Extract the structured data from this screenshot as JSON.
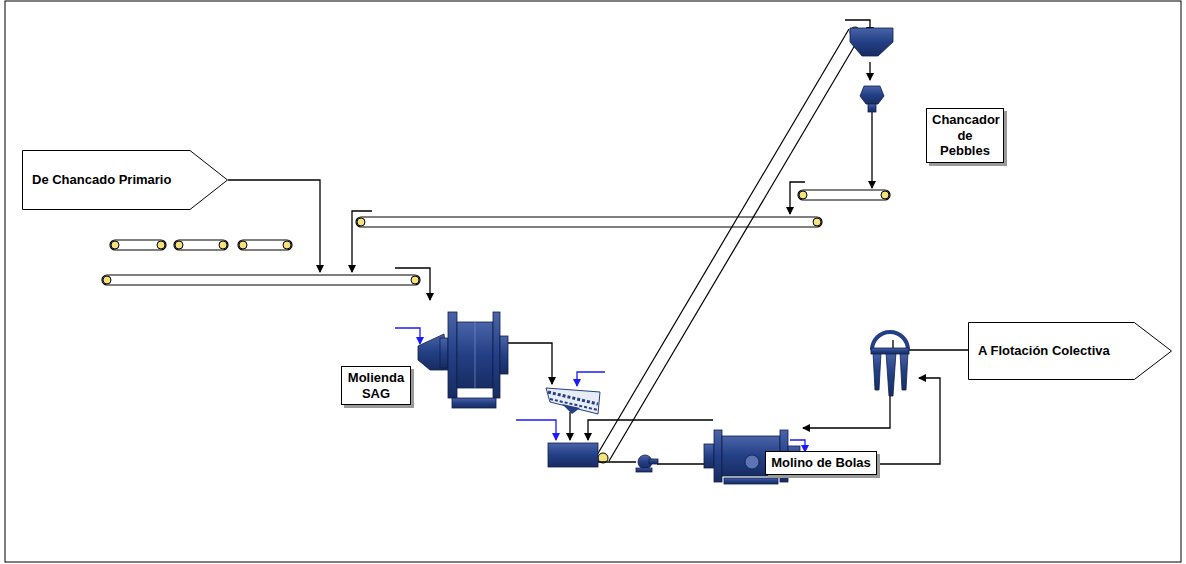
{
  "diagram": {
    "nodes": [
      {
        "text": [
          "Chancador de Pebbles"
        ]
      },
      {
        "text": [
          "De Chancado Primario"
        ]
      },
      {
        "text": [
          "A Flotación Colectiva"
        ]
      },
      {
        "text": [
          "Molienda SAG"
        ]
      },
      {
        "text": [
          "Molino de Bolas"
        ]
      }
    ]
  }
}
